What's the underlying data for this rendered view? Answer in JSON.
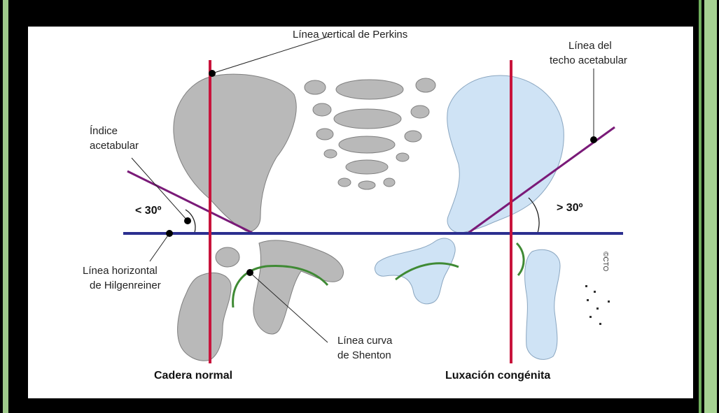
{
  "labels": {
    "perkins": "Línea vertical de Perkins",
    "techo_line1": "Línea del",
    "techo_line2": "techo acetabular",
    "indice_line1": "Índice",
    "indice_line2": "acetabular",
    "angle_left": "< 30º",
    "angle_right": "> 30º",
    "hilgenreiner_line1": "Línea horizontal",
    "hilgenreiner_line2": "de Hilgenreiner",
    "shenton_line1": "Línea curva",
    "shenton_line2": "de Shenton",
    "caption_left": "Cadera normal",
    "caption_right": "Luxación congénita",
    "copyright": "©CTO"
  },
  "colors": {
    "normal_bone": "#b9b9b9",
    "dislocated_bone": "#cfe3f5",
    "perkins_line": "#c8143c",
    "hilgenreiner_line": "#2b2f8f",
    "acetabular_roof_line": "#7a1a78",
    "shenton_line": "#3f8a34",
    "frame_green": "#9ec98a"
  }
}
